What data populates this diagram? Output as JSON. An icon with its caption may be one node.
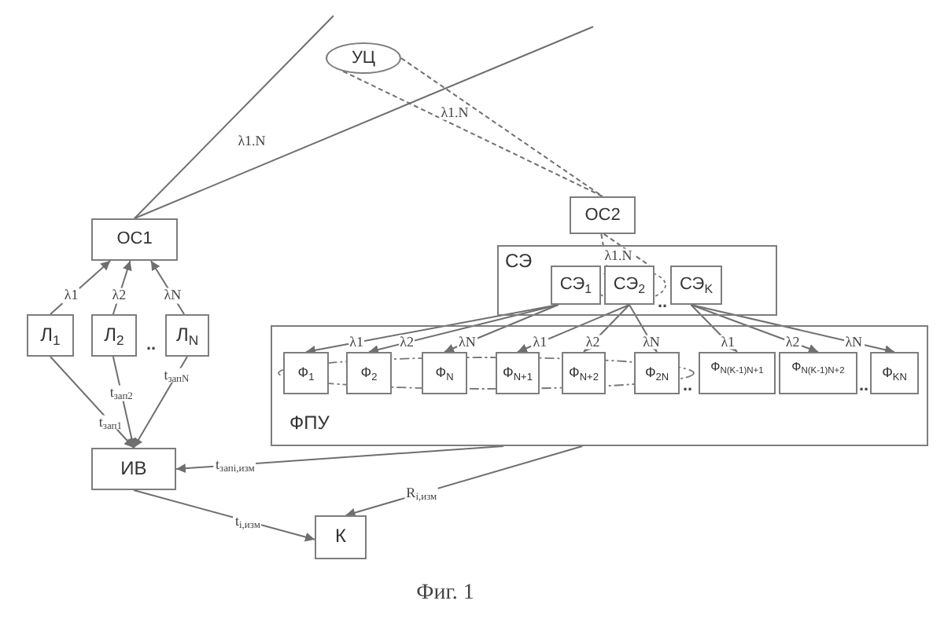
{
  "diagram": {
    "caption": "Фиг. 1",
    "nodes": [
      {
        "text": [
          "УЦ"
        ]
      },
      {
        "text": [
          "ОС1"
        ]
      },
      {
        "text": [
          "ОС2"
        ]
      },
      {
        "text": [
          "СЭ"
        ]
      },
      {
        "text": [
          "СЭ$_{1}$"
        ],
        "in": 3
      },
      {
        "text": [
          "СЭ$_{2}$"
        ],
        "in": 3
      },
      {
        "text": [
          "СЭ$_{K}$"
        ],
        "in": 3
      },
      {
        "text": [
          "Л$_{1}$"
        ]
      },
      {
        "text": [
          "Л$_{2}$"
        ]
      },
      {
        "text": [
          "Л$_{N}$"
        ]
      },
      {
        "text": [
          "ФПУ"
        ]
      },
      {
        "text": [
          "Ф$_{1}$"
        ],
        "in": 10
      },
      {
        "text": [
          "Ф$_{2}$"
        ],
        "in": 10
      },
      {
        "text": [
          "Ф$_{N}$"
        ],
        "in": 10
      },
      {
        "text": [
          "Ф$_{N+1}$"
        ],
        "in": 10
      },
      {
        "text": [
          "Ф$_{N+2}$"
        ],
        "in": 10
      },
      {
        "text": [
          "Ф$_{2N}$"
        ],
        "in": 10
      },
      {
        "text": [
          "Ф$_{N(K-1)N+1}$"
        ],
        "in": 10
      },
      {
        "text": [
          "Ф$_{N(K-1)N+2}$"
        ],
        "in": 10
      },
      {
        "text": [
          "Ф$_{KN}$"
        ],
        "in": 10
      },
      {
        "text": [
          "ИВ"
        ]
      },
      {
        "text": [
          "К"
        ]
      }
    ],
    "edges": [
      {
        "from": 1,
        "to": null,
        "arrow": "none"
      },
      {
        "from": 1,
        "to": null,
        "arrow": "none"
      },
      {
        "from": 0,
        "to": 2,
        "arrow": "none",
        "style": "dashed"
      },
      {
        "from": 0,
        "to": 2,
        "arrow": "none",
        "style": "dashed"
      },
      {
        "from": 2,
        "to": 5,
        "arrow": "none",
        "style": "dashed"
      },
      {
        "from": 2,
        "to": 5,
        "arrow": "none",
        "style": "dashed"
      },
      {
        "from": 7,
        "to": 1,
        "arrow": "to",
        "label": "λ1"
      },
      {
        "from": 8,
        "to": 1,
        "arrow": "to",
        "label": "λ2"
      },
      {
        "from": 9,
        "to": 1,
        "arrow": "to",
        "label": "λN"
      },
      {
        "from": 7,
        "to": 20,
        "arrow": "to",
        "label": "t$_{зап1}$"
      },
      {
        "from": 8,
        "to": 20,
        "arrow": "to",
        "label": "t$_{зап2}$"
      },
      {
        "from": 9,
        "to": 20,
        "arrow": "to",
        "label": "t$_{запN}$"
      },
      {
        "from": 4,
        "to": 11,
        "arrow": "to",
        "label": "λ1"
      },
      {
        "from": 4,
        "to": 12,
        "arrow": "to",
        "label": "λ2"
      },
      {
        "from": 4,
        "to": 13,
        "arrow": "to",
        "label": "λN"
      },
      {
        "from": 5,
        "to": 14,
        "arrow": "to",
        "label": "λ1"
      },
      {
        "from": 5,
        "to": 15,
        "arrow": "to",
        "label": "λ2"
      },
      {
        "from": 5,
        "to": 16,
        "arrow": "to",
        "label": "λN"
      },
      {
        "from": 6,
        "to": 17,
        "arrow": "to",
        "label": "λ1"
      },
      {
        "from": 6,
        "to": 18,
        "arrow": "to",
        "label": "λ2"
      },
      {
        "from": 6,
        "to": 19,
        "arrow": "to",
        "label": "λN"
      },
      {
        "from": 10,
        "to": 20,
        "arrow": "to",
        "label": "t$_{запi,изм}$"
      },
      {
        "from": 10,
        "to": 21,
        "arrow": "to",
        "label": "R$_{i,изм}$"
      },
      {
        "from": 20,
        "to": 21,
        "arrow": "to",
        "label": "t$_{i,изм}$"
      }
    ],
    "labels": [
      "λ1.N",
      "λ1.N",
      "λ1.N",
      "..",
      "..",
      "..",
      ".."
    ]
  }
}
